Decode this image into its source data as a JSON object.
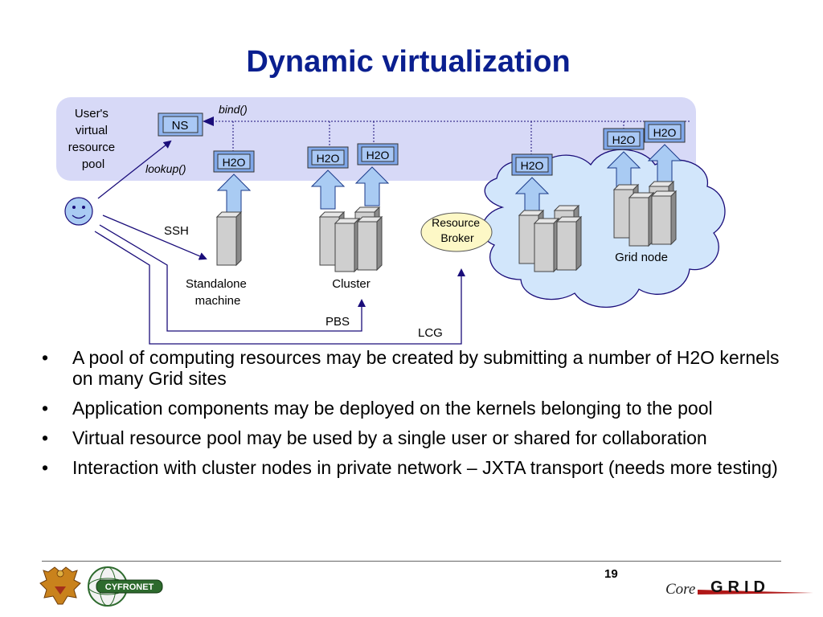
{
  "title": "Dynamic virtualization",
  "diagram": {
    "pool_label": [
      "User's",
      "virtual",
      "resource",
      "pool"
    ],
    "ns_label": "NS",
    "bind_label": "bind()",
    "lookup_label": "lookup()",
    "h2o_label": "H2O",
    "ssh_label": "SSH",
    "pbs_label": "PBS",
    "lcg_label": "LCG",
    "broker_label": [
      "Resource",
      "Broker"
    ],
    "standalone_label": [
      "Standalone",
      "machine"
    ],
    "cluster_label": "Cluster",
    "grid_node_label": "Grid node"
  },
  "bullets": [
    "A pool of computing resources may be created by submitting a number of H2O kernels on many Grid sites",
    "Application components may be deployed on the kernels belonging to the pool",
    "Virtual resource pool may be used by a single user or shared for collaboration",
    "Interaction with cluster nodes in private network – JXTA transport (needs more testing)"
  ],
  "bullet_glyph": "•",
  "footer": {
    "page_number": "19",
    "logo_cyfronet": "CYFRONET",
    "logo_core": "Core",
    "logo_grid": "GRID"
  },
  "colors": {
    "title": "#0a1f8f",
    "pool_band": "#d7d9f7",
    "cloud": "#d2e6fb",
    "h2o_box": "#9fc3f5",
    "arrow_fill": "#a9cbf3",
    "line": "#1a0d7a",
    "broker": "#fdf8c6"
  }
}
